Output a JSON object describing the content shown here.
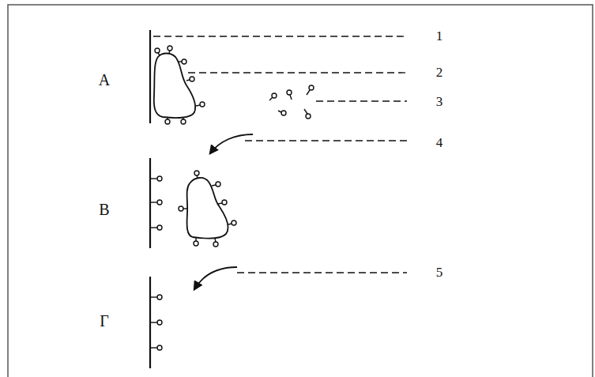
{
  "diagram": {
    "labels": [
      "A",
      "B",
      "Γ",
      "1",
      "2",
      "3",
      "4",
      "5"
    ]
  }
}
